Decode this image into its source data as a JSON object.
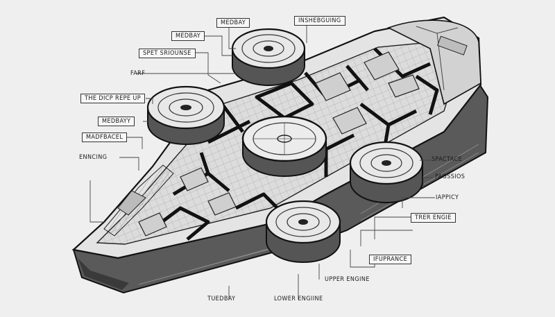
{
  "labels": {
    "medbay_top": "MEDBAY",
    "inshebguing": "INSHEBGUING",
    "medbay_left": "MEDBAY",
    "spet_sriounse": "SPET SRIOUNSE",
    "farf": "FARF",
    "the_dicp": "THE DICP REPE UP",
    "medbayy": "MEDBAYY",
    "madfbacel": "MADFBACEL",
    "enncing": "ENNCING",
    "spactace": "SPACTACE",
    "pagssios": "PAGSSIOS",
    "iappicy": "IAPPICY",
    "trer_engie": "TRER ENGIE",
    "ifuprance": "IFUPRANCE",
    "upper_engine": "UPPER ENGINE",
    "tuedbay": "TUEDBAY",
    "lower_engine": "LOWER ENGIINE"
  }
}
